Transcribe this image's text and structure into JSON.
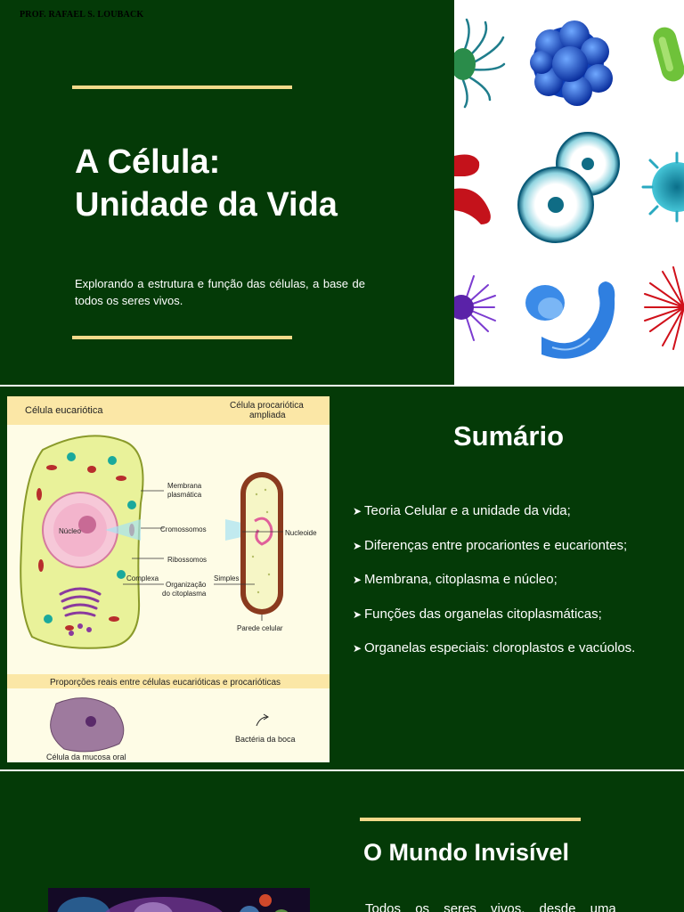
{
  "slide1": {
    "author": "PROF. RAFAEL S. LOUBACK",
    "title_line1": "A Célula:",
    "title_line2": "Unidade da Vida",
    "subtitle": "Explorando a estrutura e função das células, a base de todos os seres vivos."
  },
  "slide2": {
    "diagram": {
      "header_left": "Célula eucariótica",
      "header_right_line1": "Célula procariótica",
      "header_right_line2": "ampliada",
      "label_membrana_1": "Membrana",
      "label_membrana_2": "plasmática",
      "label_nucleo": "Núcleo",
      "label_cromossomos": "Cromossomos",
      "label_nucleoide": "Nucleoide",
      "label_ribossomos": "Ribossomos",
      "label_complexa": "Complexa",
      "label_organizacao_1": "Organização",
      "label_organizacao_2": "do citoplasma",
      "label_simples": "Simples",
      "label_parede": "Parede celular",
      "proporcoes_title": "Proporções reais entre células eucarióticas e procarióticas",
      "label_bacteria": "Bactéria da boca",
      "label_mucosa": "Célula da mucosa oral"
    },
    "title": "Sumário",
    "items": [
      {
        "text": "Teoria Celular e a unidade da vida;"
      },
      {
        "text": "Diferenças entre procariontes e eucariontes;"
      },
      {
        "text": "Membrana, citoplasma e núcleo;"
      },
      {
        "text": "Funções das organelas citoplasmáticas;"
      },
      {
        "text": "Organelas especiais: cloroplastos e vacúolos."
      }
    ]
  },
  "slide3": {
    "title": "O Mundo Invisível",
    "body": "Todos os seres vivos, desde uma"
  },
  "colors": {
    "slide_bg": "#043a07",
    "accent_rule": "#f2d98a",
    "text": "#ffffff"
  },
  "icons": {
    "bullet": "arrow-right-icon"
  }
}
